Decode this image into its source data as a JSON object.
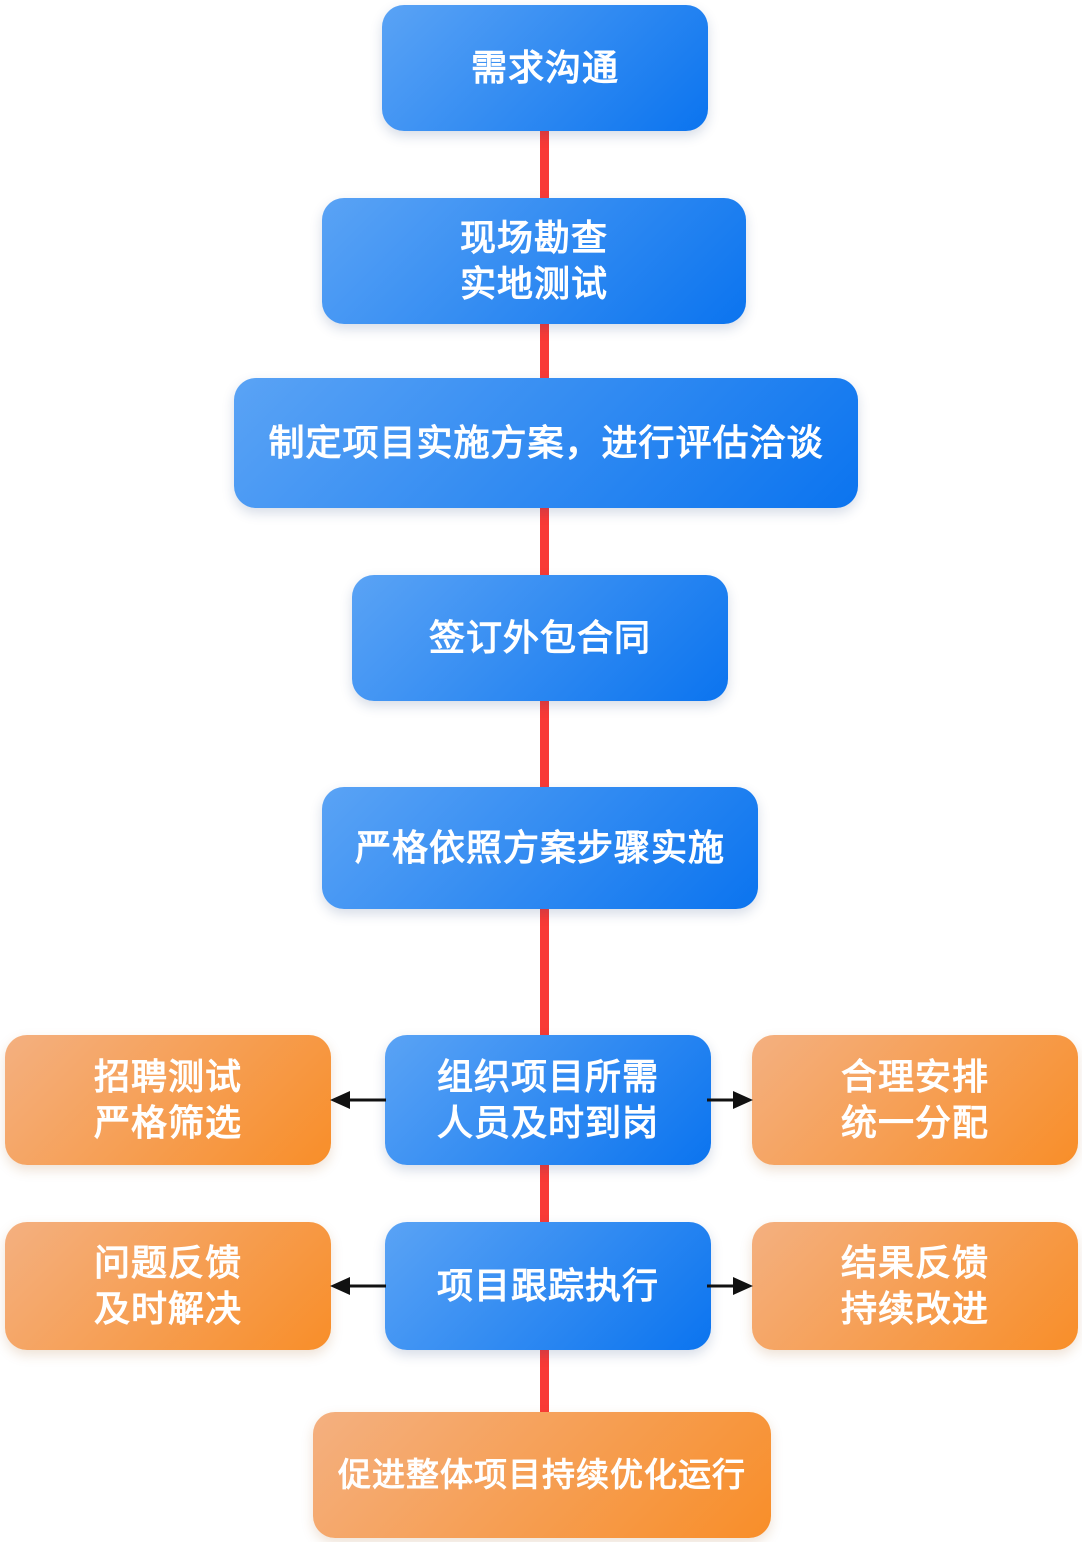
{
  "colors": {
    "blue_start": "#5aa3f5",
    "blue_end": "#0b74ef",
    "orange_start": "#f4b080",
    "orange_end": "#f88e29",
    "connector": "#f93a36",
    "arrow": "#111111",
    "text": "#ffffff"
  },
  "main_flow": [
    {
      "label": "需求沟通"
    },
    {
      "label": "现场勘查\n实地测试"
    },
    {
      "label": "制定项目实施方案，进行评估洽谈"
    },
    {
      "label": "签订外包合同"
    },
    {
      "label": "严格依照方案步骤实施"
    },
    {
      "label": "组织项目所需\n人员及时到岗"
    },
    {
      "label": "项目跟踪执行"
    }
  ],
  "side_flow": [
    {
      "label": "招聘测试\n严格筛选",
      "position": "left"
    },
    {
      "label": "合理安排\n统一分配",
      "position": "right"
    },
    {
      "label": "问题反馈\n及时解决",
      "position": "left"
    },
    {
      "label": "结果反馈\n持续改进",
      "position": "right"
    }
  ],
  "end_node": {
    "label": "促进整体项目持续优化运行"
  }
}
